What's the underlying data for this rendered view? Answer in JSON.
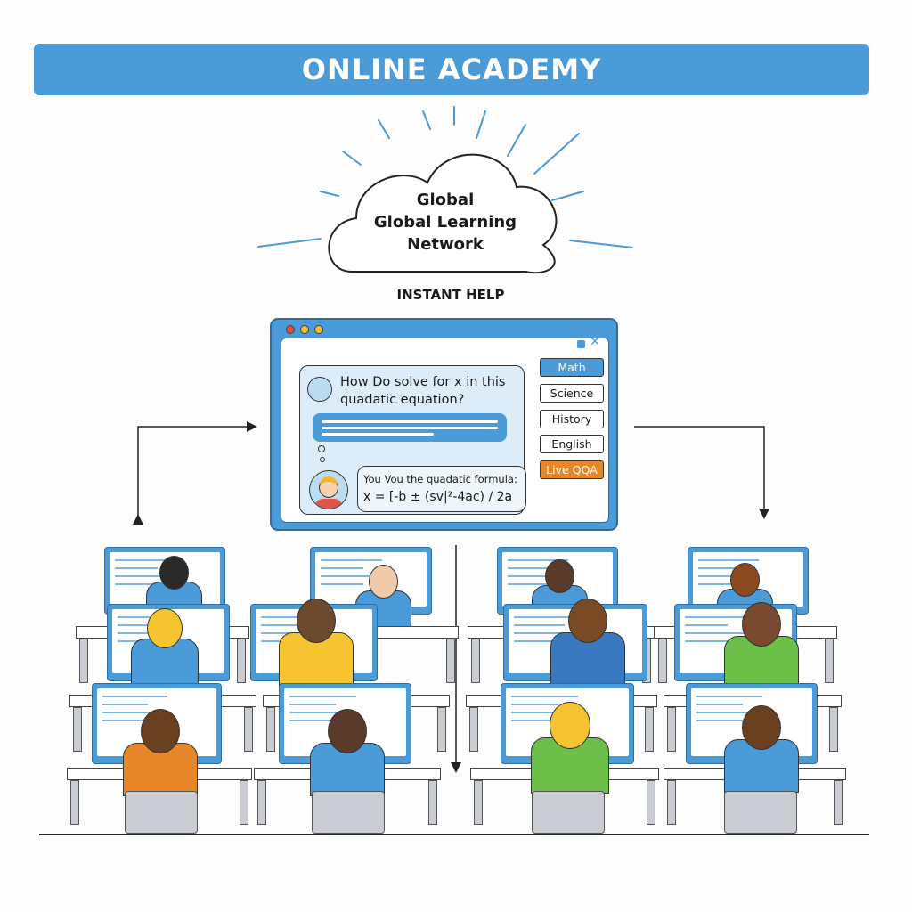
{
  "header": {
    "title": "ONLINE ACADEMY"
  },
  "cloud": {
    "line1": "Global",
    "line2": "Global Learning",
    "line3": "Network"
  },
  "section_label": "INSTANT HELP",
  "help_window": {
    "question": "How Do solve for x in this quadatic equation?",
    "answer_line1": "You Vou the quadatic formula:",
    "answer_line2": "x = [-b ± (sv|²-4ac) / 2a",
    "subjects": [
      {
        "label": "Math",
        "active": true
      },
      {
        "label": "Science",
        "active": false
      },
      {
        "label": "History",
        "active": false
      },
      {
        "label": "English",
        "active": false
      },
      {
        "label": "Live QQA",
        "active": false,
        "highlight": true
      }
    ]
  },
  "colors": {
    "primary": "#4a9bd8",
    "accent": "#e8862a"
  }
}
